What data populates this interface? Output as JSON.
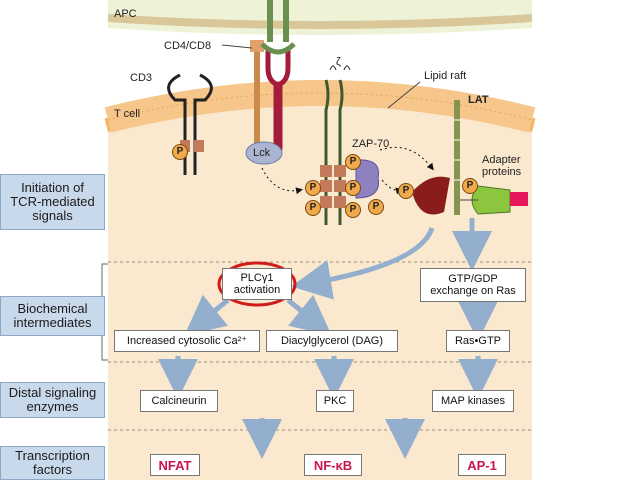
{
  "regions": {
    "apc": "APC",
    "t_cell": "T cell",
    "lipid_raft": "Lipid raft"
  },
  "molecules": {
    "cd4_cd8": "CD4/CD8",
    "cd3": "CD3",
    "zeta": "ζ",
    "lck": "Lck",
    "zap70": "ZAP-70",
    "lat": "LAT",
    "adapter": "Adapter\nproteins",
    "phospho": "P"
  },
  "stages": [
    {
      "label": "Initiation of\nTCR-mediated\nsignals"
    },
    {
      "label": "Biochemical\nintermediates"
    },
    {
      "label": "Distal signaling\nenzymes"
    },
    {
      "label": "Transcription\nfactors"
    }
  ],
  "nodes": {
    "plc": "PLCγ1\nactivation",
    "gtp_exchange": "GTP/GDP\nexchange on Ras",
    "calcium": "Increased cytosolic Ca²⁺",
    "dag": "Diacylglycerol  (DAG)",
    "ras_gtp": "Ras•GTP",
    "calcineurin": "Calcineurin",
    "pkc": "PKC",
    "map_kinases": "MAP kinases"
  },
  "transcription_factors": {
    "nfat": "NFAT",
    "nfkb": "NF-κB",
    "ap1": "AP-1"
  },
  "colors": {
    "cell_bg": "#fbe9cf",
    "membrane": "#f2b56b",
    "side_box": "#c9d9ec",
    "arrow": "#94aece",
    "highlight": "#d11a1a",
    "tf_text": "#c8154b"
  }
}
